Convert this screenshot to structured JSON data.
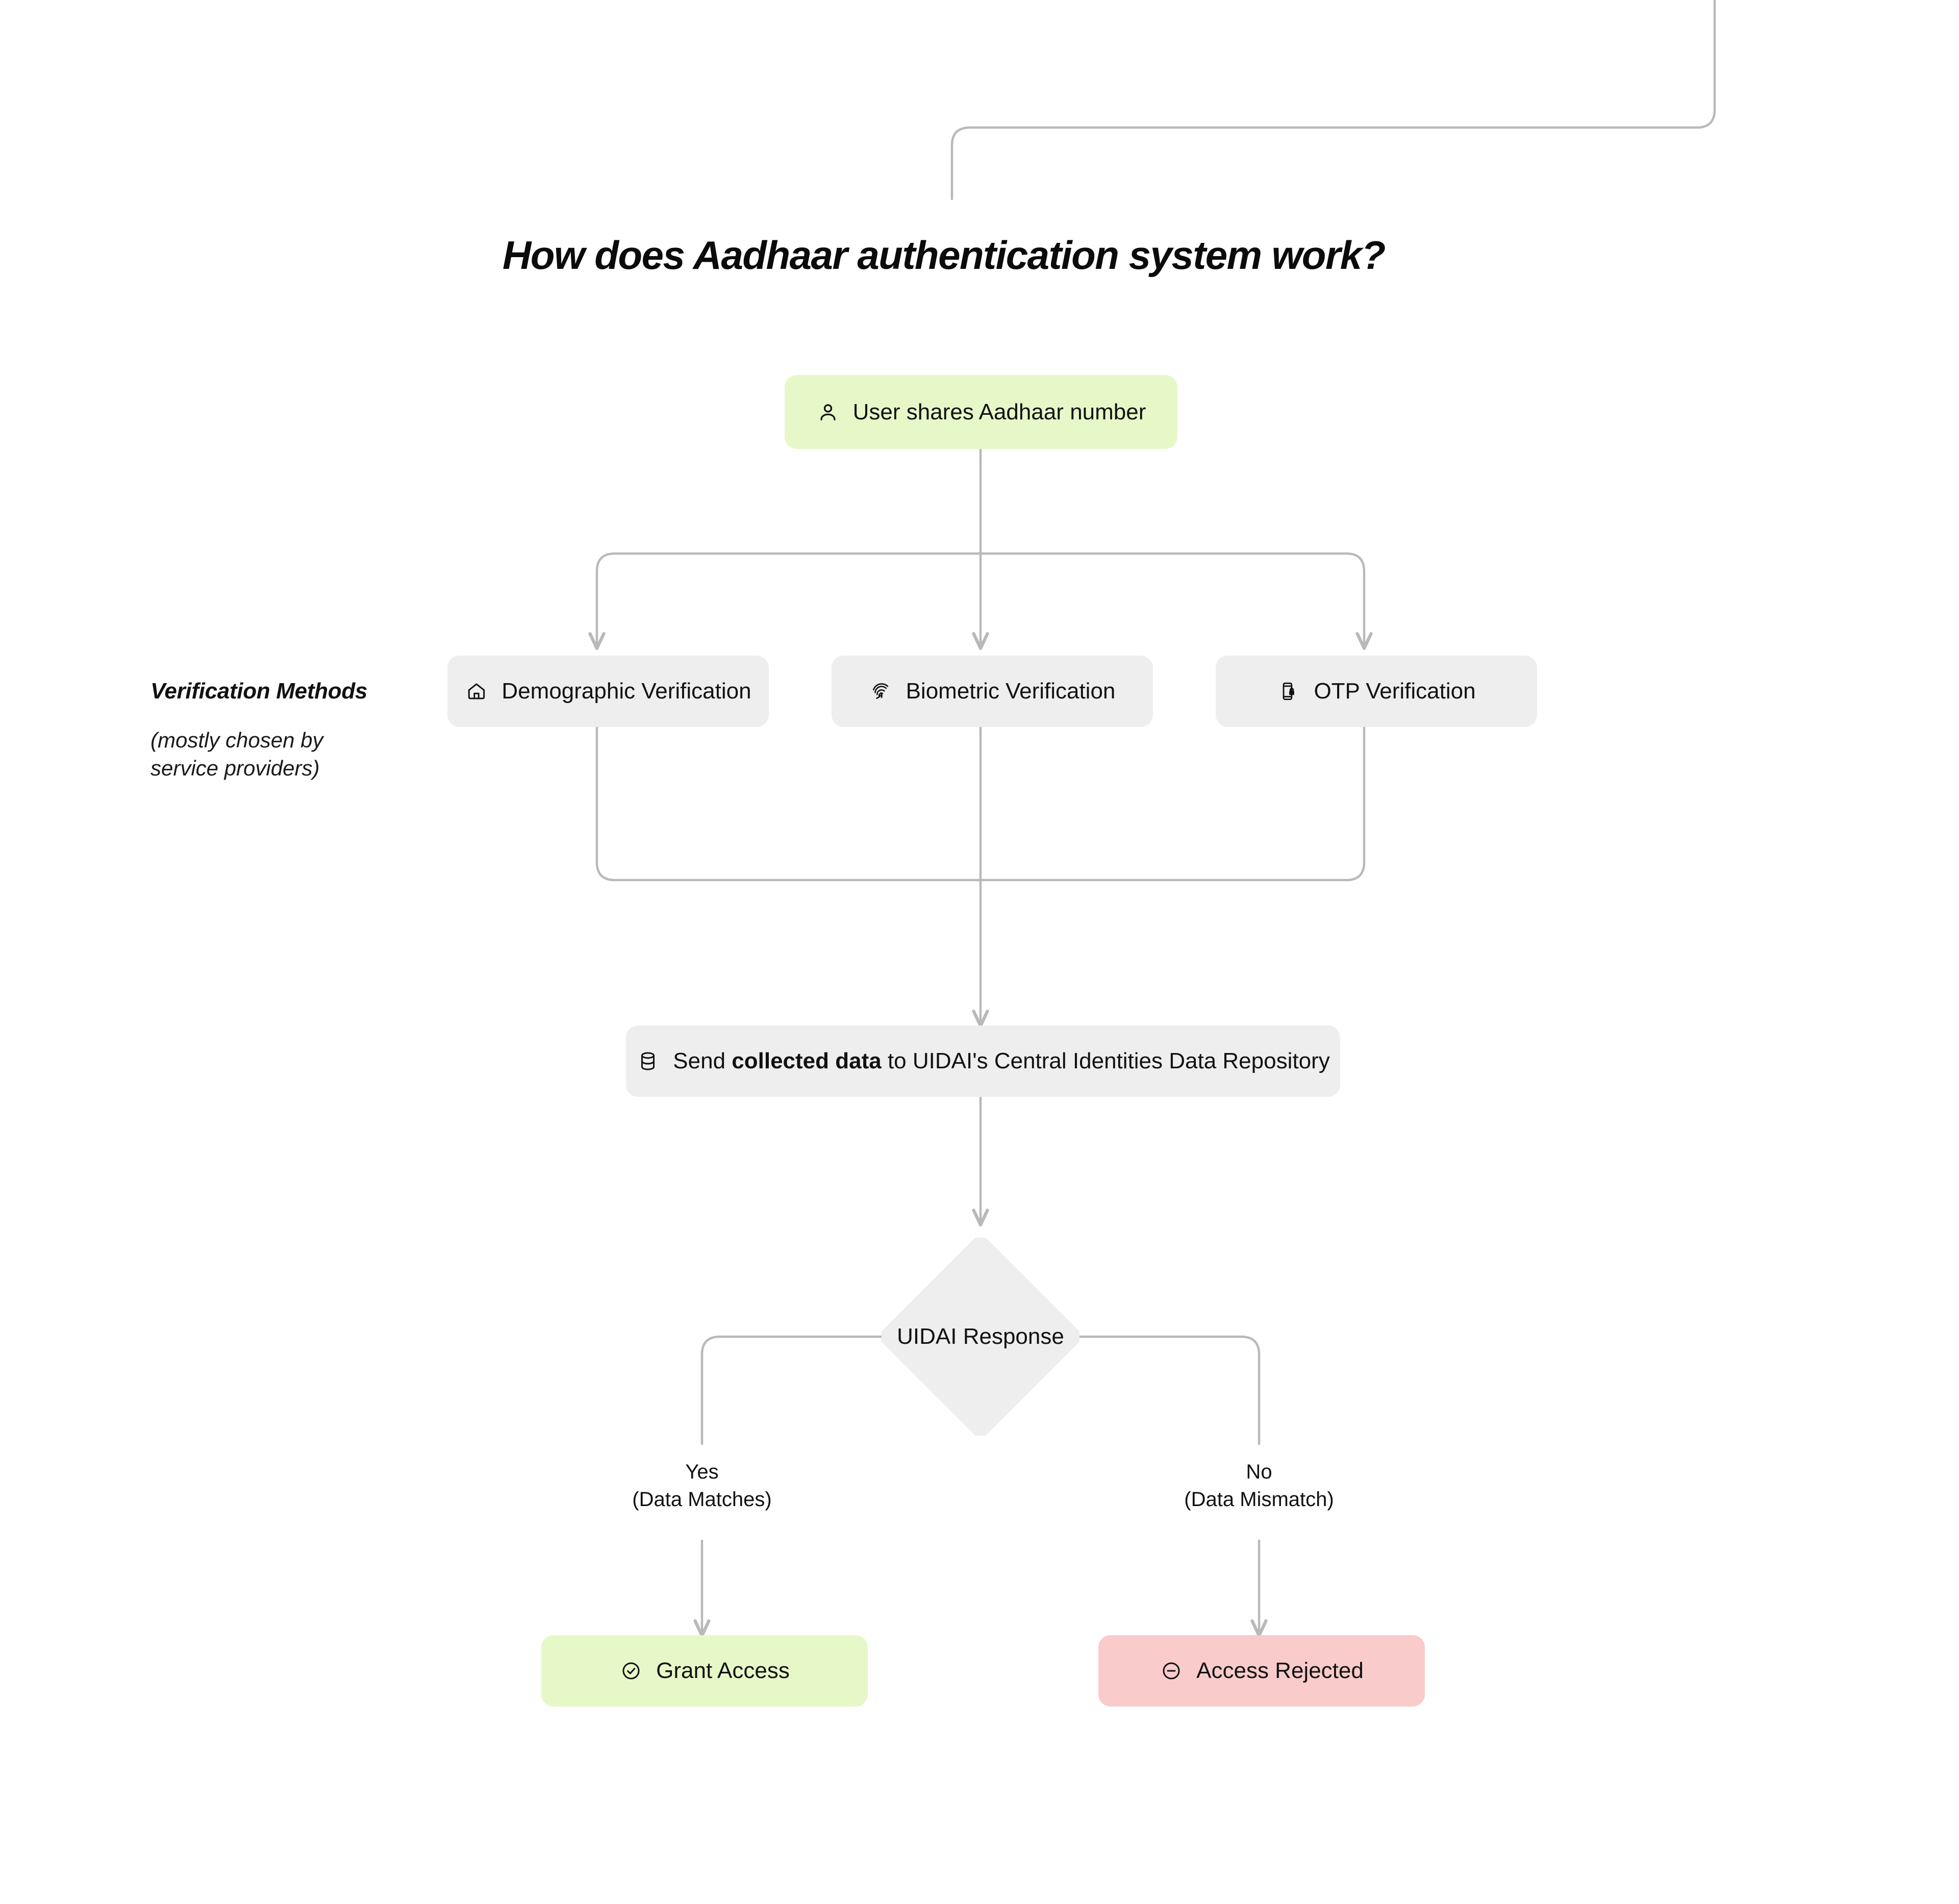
{
  "diagram": {
    "title": "How does Aadhaar authentication system work?",
    "colors": {
      "start_node_bg": "#e6f8c8",
      "process_node_bg": "#eeeeee",
      "success_node_bg": "#e6f8c8",
      "reject_node_bg": "#f9cbcb",
      "edge_stroke": "#b9b9b9",
      "text": "#111111",
      "page_bg": "#ffffff"
    },
    "annotation": {
      "heading": "Verification Methods",
      "subtext_line1": "(mostly chosen by",
      "subtext_line2": "service providers)"
    },
    "nodes": {
      "start": {
        "label": "User shares Aadhaar number",
        "icon": "user-icon",
        "shape": "rounded-rect",
        "fill": "green"
      },
      "demographic": {
        "label": "Demographic Verification",
        "icon": "home-icon",
        "shape": "rounded-rect",
        "fill": "grey"
      },
      "biometric": {
        "label": "Biometric Verification",
        "icon": "fingerprint-icon",
        "shape": "rounded-rect",
        "fill": "grey"
      },
      "otp": {
        "label": "OTP Verification",
        "icon": "phone-lock-icon",
        "shape": "rounded-rect",
        "fill": "grey"
      },
      "send_data": {
        "label_prefix": "Send ",
        "label_bold": "collected data",
        "label_suffix": " to UIDAI's Central Identities Data Repository",
        "icon": "database-icon",
        "shape": "rounded-rect",
        "fill": "grey"
      },
      "decision": {
        "label": "UIDAI Response",
        "shape": "diamond",
        "fill": "grey"
      },
      "grant": {
        "label": "Grant Access",
        "icon": "check-circle-icon",
        "shape": "rounded-rect",
        "fill": "green"
      },
      "reject": {
        "label": "Access Rejected",
        "icon": "minus-circle-icon",
        "shape": "rounded-rect",
        "fill": "pink"
      }
    },
    "edge_labels": {
      "yes_line1": "Yes",
      "yes_line2": "(Data Matches)",
      "no_line1": "No",
      "no_line2": "(Data Mismatch)"
    }
  }
}
